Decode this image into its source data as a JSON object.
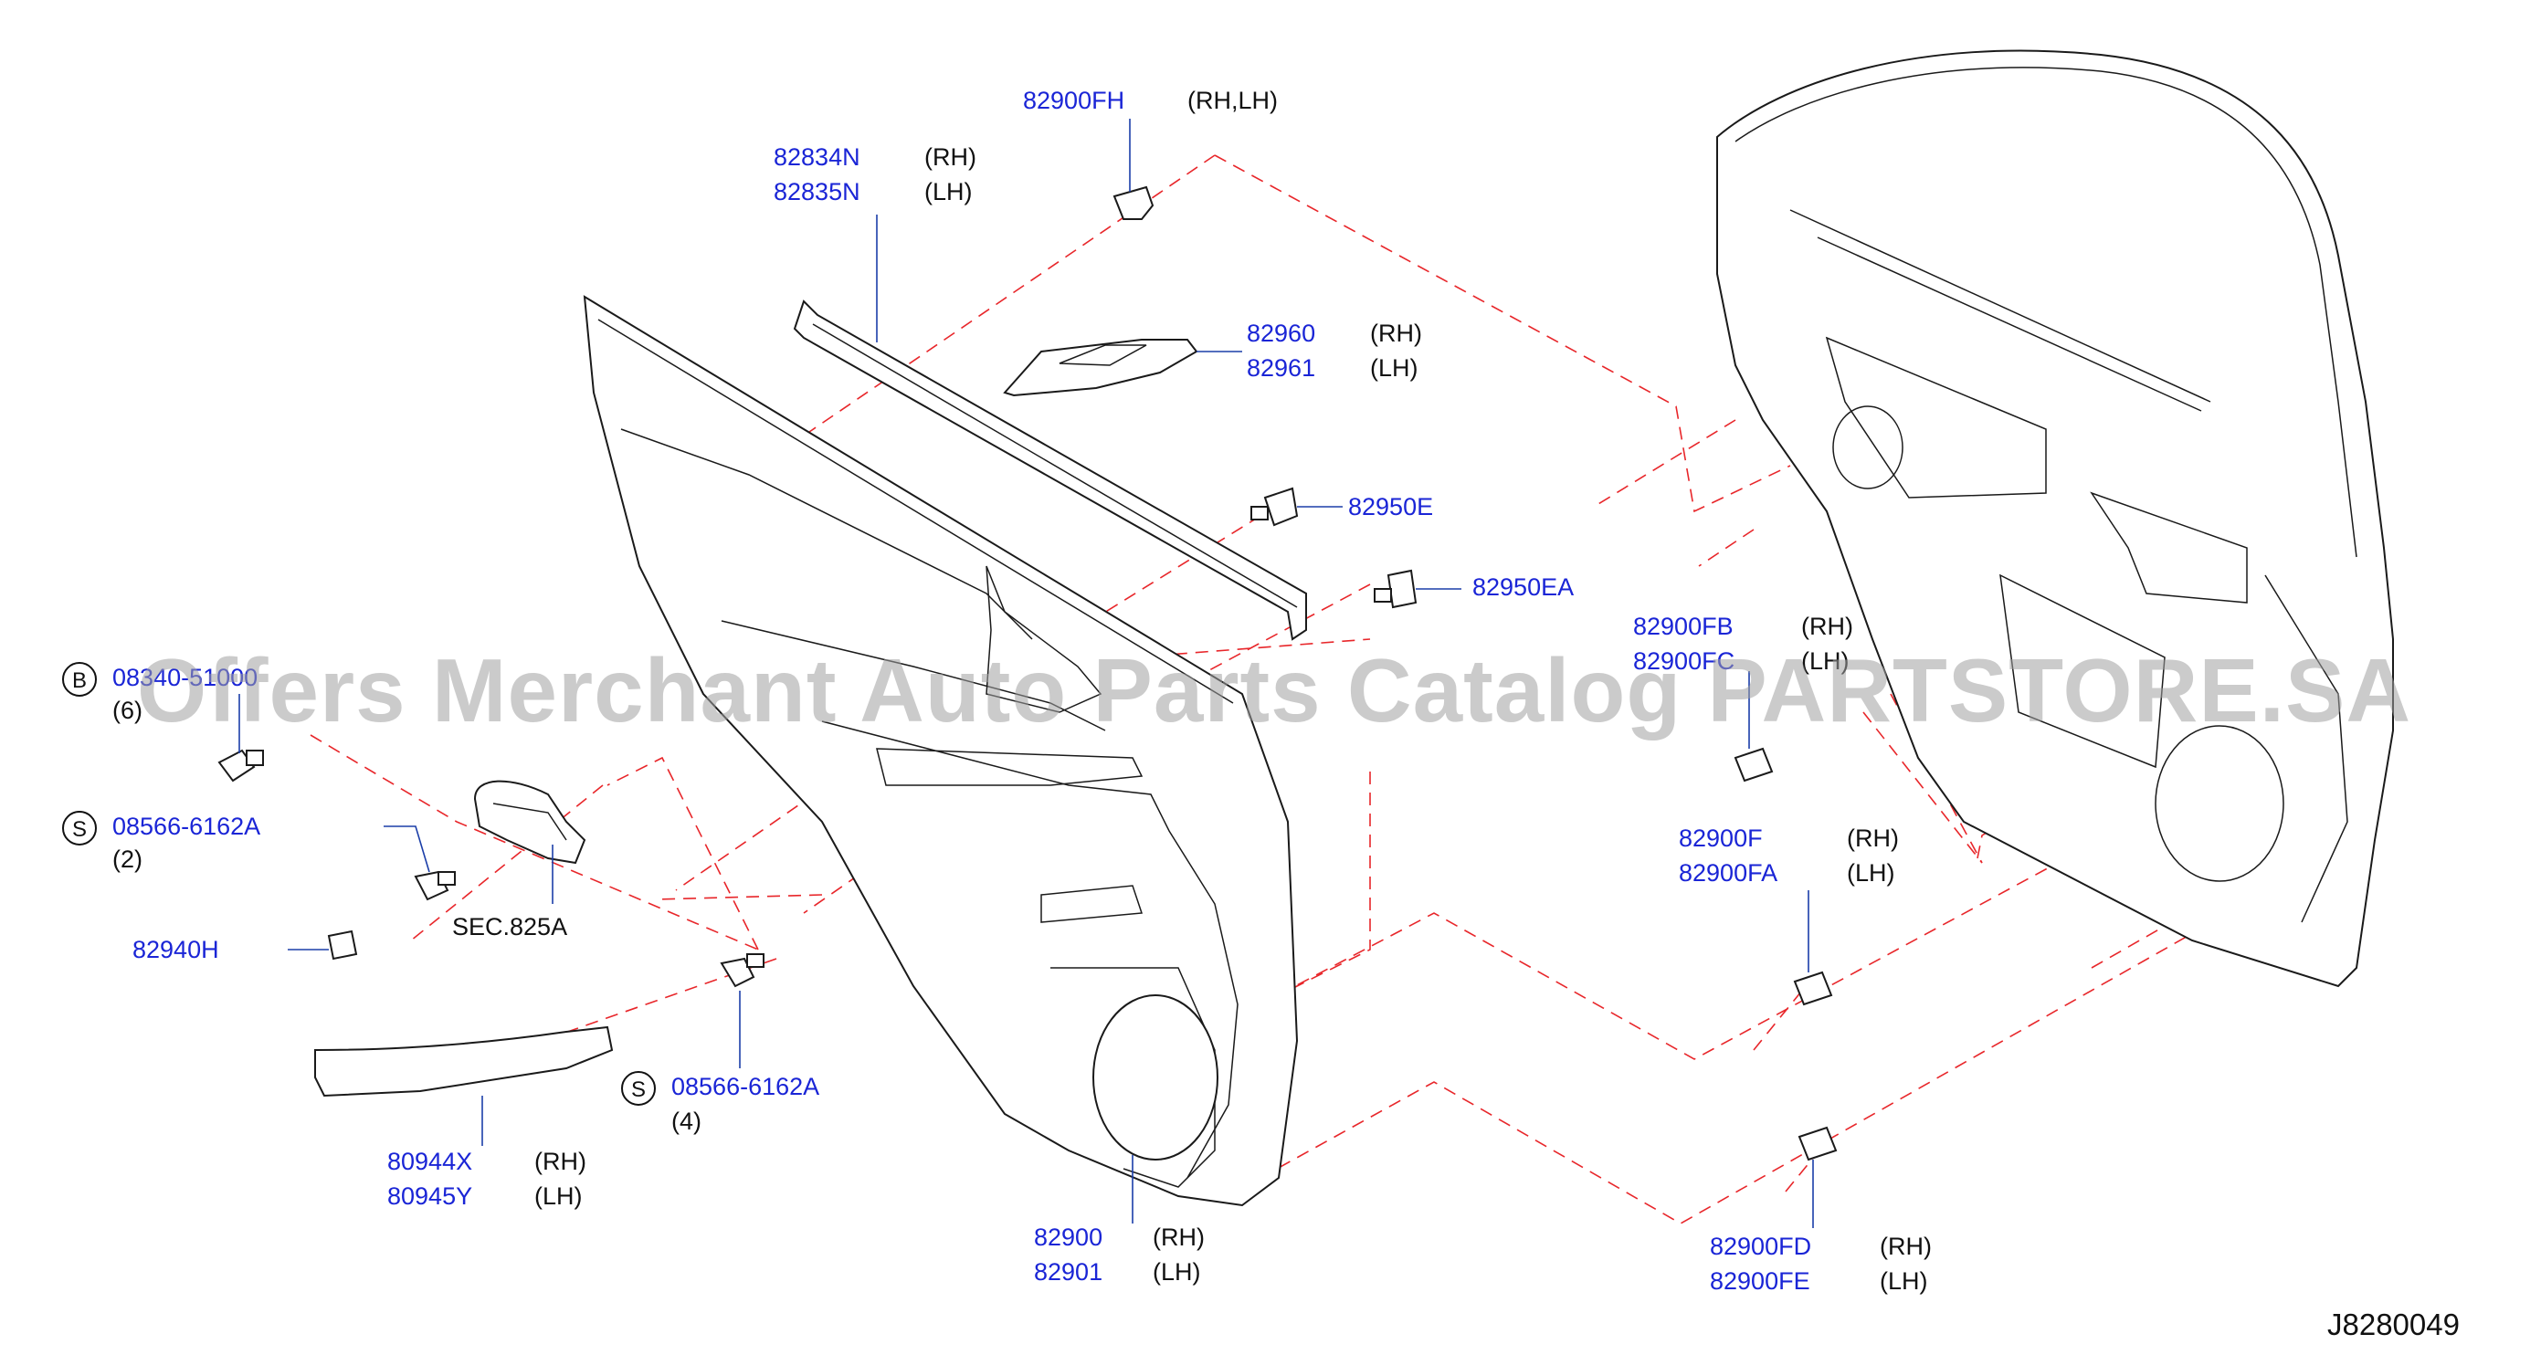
{
  "watermark": "Offers Merchant Auto Parts Catalog PARTSTORE.SA",
  "diagram_ref": "J8280049",
  "callouts": {
    "c1": {
      "pn1": "82900FH",
      "side1": "(RH,LH)"
    },
    "c2": {
      "pn1": "82834N",
      "side1": "(RH)",
      "pn2": "82835N",
      "side2": "(LH)"
    },
    "c3": {
      "pn1": "82960",
      "side1": "(RH)",
      "pn2": "82961",
      "side2": "(LH)"
    },
    "c4": {
      "pn1": "82950E"
    },
    "c5": {
      "pn1": "82950EA"
    },
    "c6": {
      "badge": "B",
      "pn1": "08340-51000",
      "qty": "(6)"
    },
    "c7": {
      "badge": "S",
      "pn1": "08566-6162A",
      "qty": "(2)"
    },
    "c8": {
      "note": "SEC.825A"
    },
    "c9": {
      "pn1": "82940H"
    },
    "c10": {
      "badge": "S",
      "pn1": "08566-6162A",
      "qty": "(4)"
    },
    "c11": {
      "pn1": "80944X",
      "side1": "(RH)",
      "pn2": "80945Y",
      "side2": "(LH)"
    },
    "c12": {
      "pn1": "82900",
      "side1": "(RH)",
      "pn2": "82901",
      "side2": "(LH)"
    },
    "c13": {
      "pn1": "82900FB",
      "side1": "(RH)",
      "pn2": "82900FC",
      "side2": "(LH)"
    },
    "c14": {
      "pn1": "82900F",
      "side1": "(RH)",
      "pn2": "82900FA",
      "side2": "(LH)"
    },
    "c15": {
      "pn1": "82900FD",
      "side1": "(RH)",
      "pn2": "82900FE",
      "side2": "(LH)"
    }
  }
}
